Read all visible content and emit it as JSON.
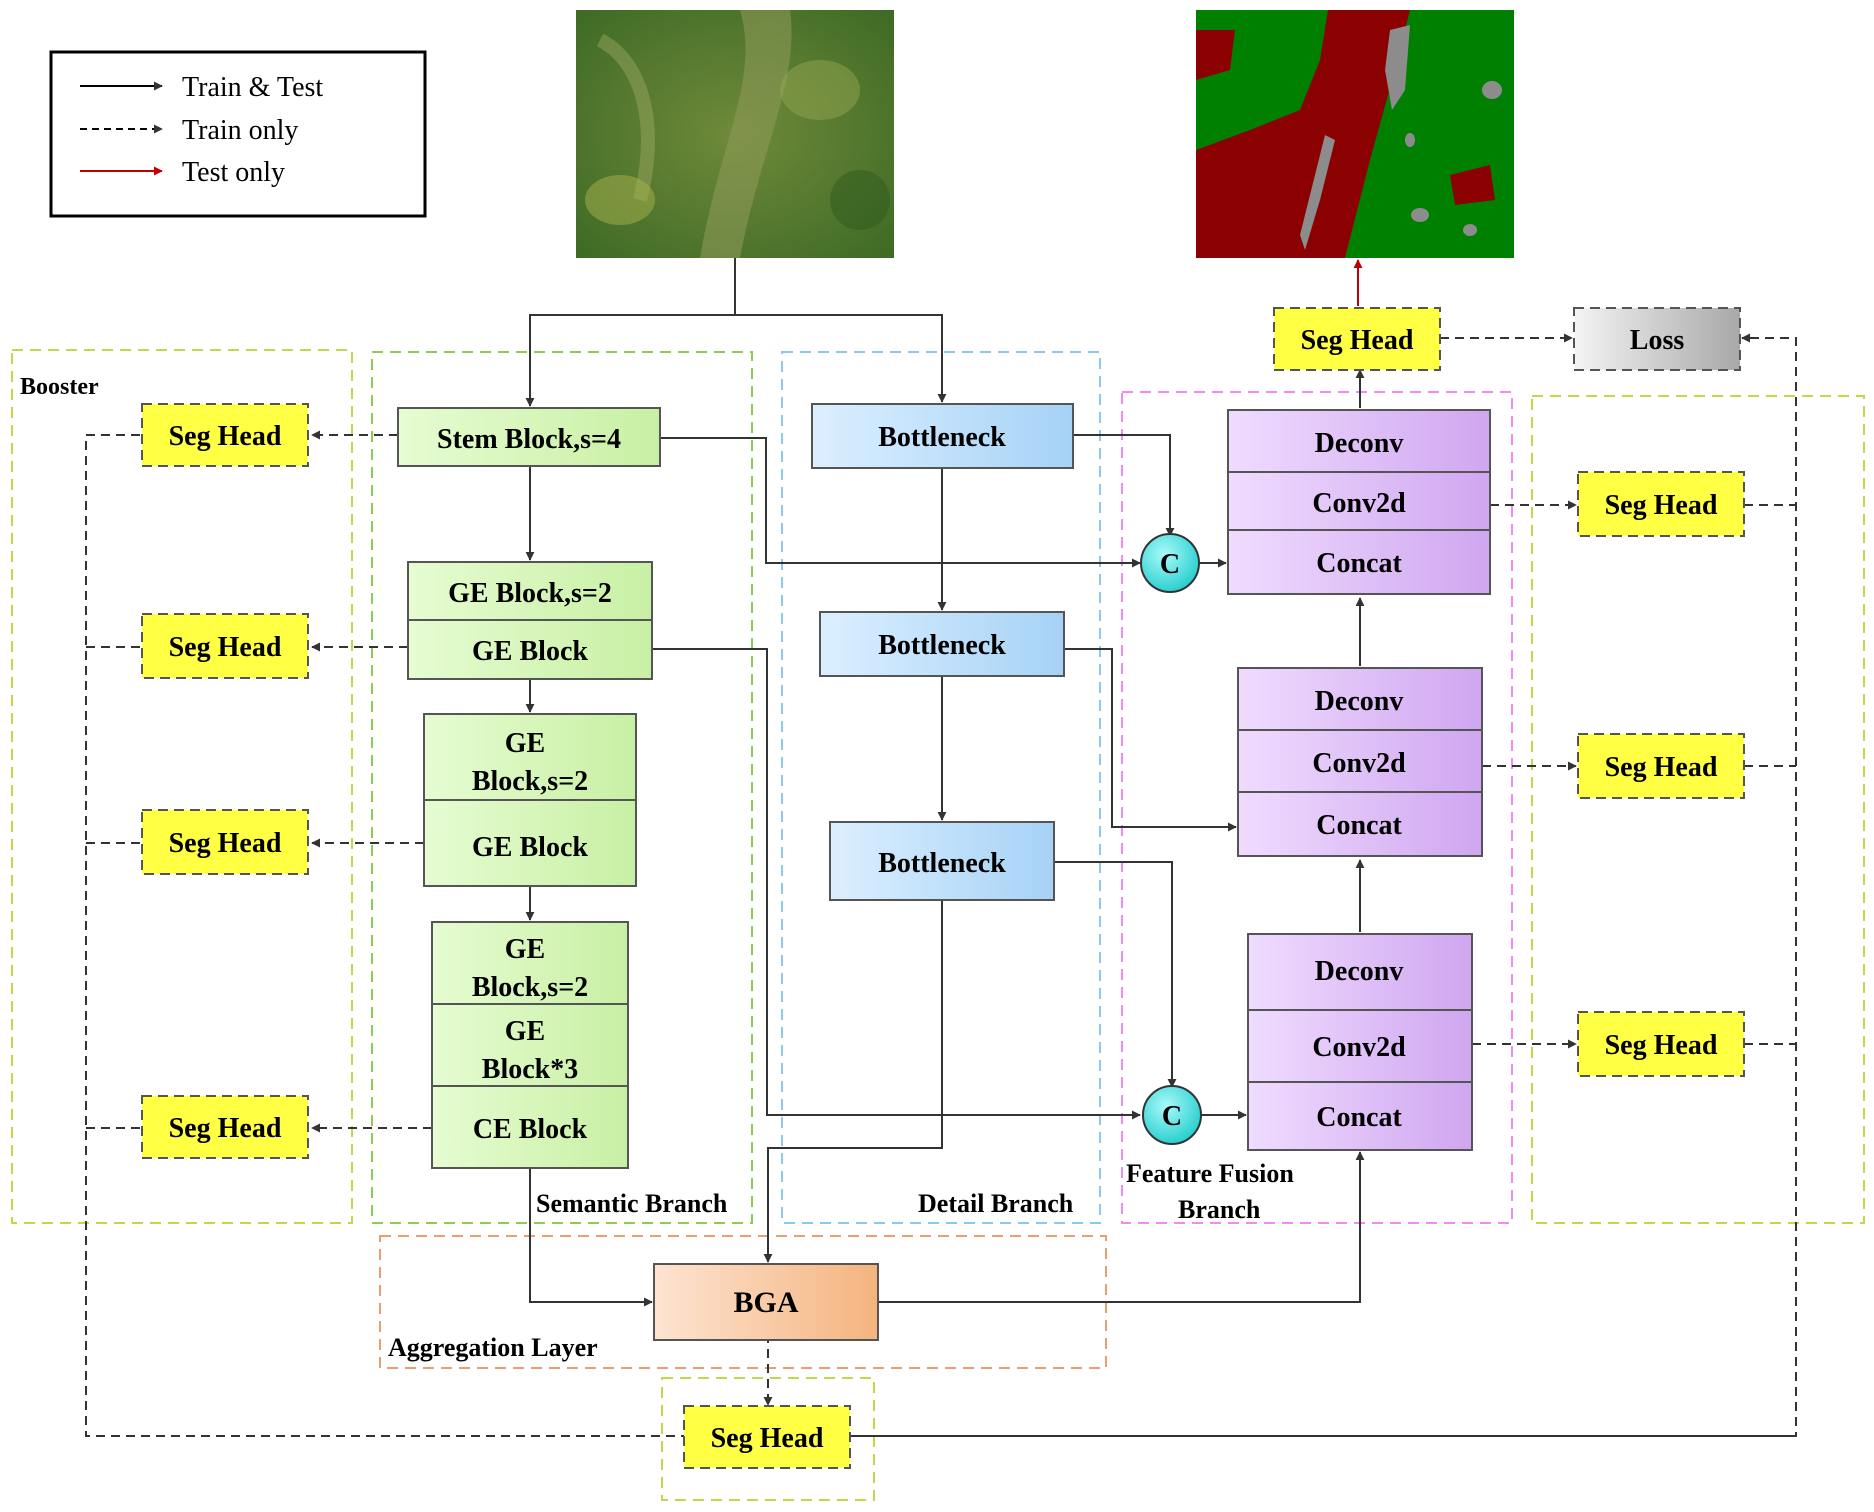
{
  "legend": {
    "items": [
      {
        "label": "Train & Test",
        "style": "solid",
        "color": "#000000"
      },
      {
        "label": "Train only",
        "style": "dashed",
        "color": "#000000"
      },
      {
        "label": "Test only",
        "style": "solid",
        "color": "#c00000"
      }
    ]
  },
  "regions": {
    "booster": "Booster",
    "semantic": "Semantic Branch",
    "detail": "Detail Branch",
    "fusion_line1": "Feature Fusion",
    "fusion_line2": "Branch",
    "aggregation": "Aggregation Layer"
  },
  "semantic": {
    "stem": "Stem Block,s=4",
    "ge1a": "GE Block,s=2",
    "ge1b": "GE Block",
    "ge2a_line1": "GE",
    "ge2a_line2": "Block,s=2",
    "ge2b": "GE Block",
    "ge3a_line1": "GE",
    "ge3a_line2": "Block,s=2",
    "ge3b_line1": "GE",
    "ge3b_line2": "Block*3",
    "ce": "CE Block"
  },
  "detail": {
    "b1": "Bottleneck",
    "b2": "Bottleneck",
    "b3": "Bottleneck"
  },
  "fusion": {
    "deconv": "Deconv",
    "conv2d": "Conv2d",
    "concat": "Concat",
    "concat_symbol": "C"
  },
  "bga": "BGA",
  "seg_head": "Seg Head",
  "loss": "Loss",
  "images": {
    "input": "aerial-field-photo",
    "output": "segmentation-map"
  },
  "colors": {
    "green_block": "#d4f5b4",
    "blue_block": "#b8dcf8",
    "purple_block": "#dcb8f4",
    "seg_head": "#ffff44",
    "bga": "#f8c090",
    "concat_circle": "#44e0e0",
    "seg_red": "#8b0000",
    "seg_green": "#008000",
    "seg_gray": "#8c8c8c"
  }
}
